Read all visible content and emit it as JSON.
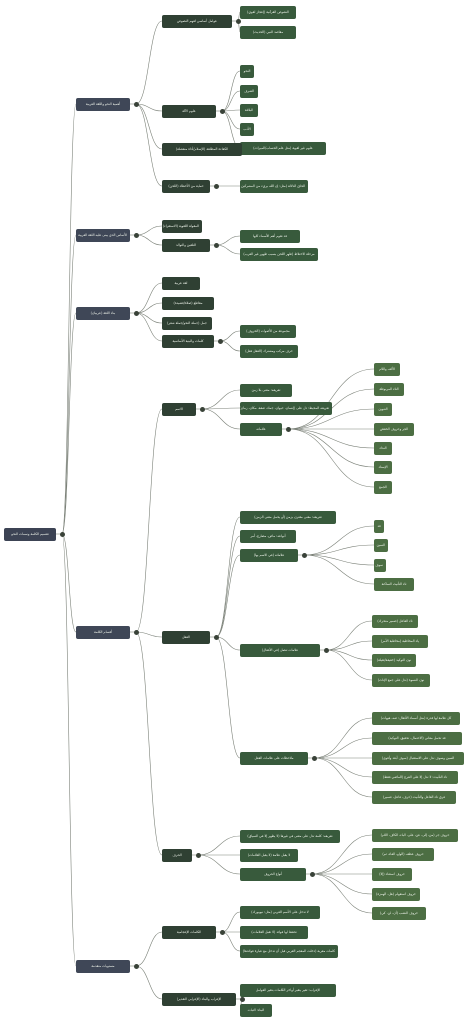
{
  "mindmap": {
    "root": {
      "label": "تقسيم الكلمة وسمات النحو",
      "children": [
        {
          "label": "أهمية النحو واللغة العربية",
          "children": [
            {
              "label": "عوامل أساسي لفهم النصوص",
              "children": [
                {
                  "label": "النصوص القرآنية (إعجاز لغوي)"
                },
                {
                  "label": "مقاصد النبي (الحديث)"
                }
              ]
            },
            {
              "label": "علوم الآلة",
              "children": [
                {
                  "label": "النحو"
                },
                {
                  "label": "الصرف"
                },
                {
                  "label": "البلاغة"
                },
                {
                  "label": "الأدب"
                },
                {
                  "label": "علوم غير لغوية (مثل علم الحساب/الميراث)"
                }
              ]
            },
            {
              "label": "الكفاءة المطلقة (الإسلام/أداة منفصلة)"
            },
            {
              "label": "حماية من الأخطاء (اللحن)",
              "children": [
                {
                  "label": "الحاق الدلالة (مثل: إن الله بريء من المشركين ورسوله)"
                }
              ]
            }
          ]
        },
        {
          "label": "الأساس الذي يبنى عليه اللغة العربية",
          "children": [
            {
              "label": "المقولة اللغوية (الاستقراء)"
            },
            {
              "label": "التلقين والتوالد",
              "children": [
                {
                  "label": "قد تقوم أهم الأسماء كلها"
                },
                {
                  "label": "مرحلة الاختلاط (ظهر اللحن بسبب ظهور غير العرب)"
                }
              ]
            }
          ]
        },
        {
          "label": "بناء اللغة (عربيان)",
          "children": [
            {
              "label": "لغة عربية"
            },
            {
              "label": "مقاطع (صلاة/قصيدة)"
            },
            {
              "label": "جمل (جملة النحو/جملة شعر)"
            },
            {
              "label": "كلمات والبنية الأساسية",
              "children": [
                {
                  "label": "مجموعة من الأصوات (الحروف)"
                },
                {
                  "label": "حرف مركب ومشترك (الفعل فعل)"
                }
              ]
            }
          ]
        },
        {
          "label": "أقسام الكلمة",
          "children": [
            {
              "label": "الاسم",
              "children": [
                {
                  "label": "تعريفه: معنى بلا زمن"
                },
                {
                  "label": "تعريفه المحيط: دل على (إنسان، حيوان، جماد، صفة، مكان، زمان)",
                  "children": []
                },
                {
                  "label": "علاماته",
                  "children": [
                    {
                      "label": "الألف واللام"
                    },
                    {
                      "label": "التاء المربوطة"
                    },
                    {
                      "label": "التنوين"
                    },
                    {
                      "label": "الجر وحروف الخفض"
                    },
                    {
                      "label": "النداء"
                    },
                    {
                      "label": "الإسناد"
                    },
                    {
                      "label": "الجمع"
                    }
                  ]
                }
              ]
            },
            {
              "label": "الفعل",
              "children": [
                {
                  "label": "تعريفه: معنى مقترن بزمن (أو يحمل معنى الزمن)"
                },
                {
                  "label": "أنواعه: ماض، مضارع، أمر"
                },
                {
                  "label": "علاماته (في الاسم بها)",
                  "children": [
                    {
                      "label": "قد"
                    },
                    {
                      "label": "السين"
                    },
                    {
                      "label": "سوف"
                    },
                    {
                      "label": "تاء التأنيث الساكنة"
                    }
                  ]
                },
                {
                  "label": "علامات تتصل (في الأفعال)",
                  "children": [
                    {
                      "label": "تاء الفاعل (ضمير متحرك)"
                    },
                    {
                      "label": "ياء المخاطبة (مخاطبة الأمر)"
                    },
                    {
                      "label": "نون التوكيد (خفيفة/ثقيلة)"
                    },
                    {
                      "label": "نون النسوة (تدل على جمع الإناث)"
                    }
                  ]
                },
                {
                  "label": "ملاحظات على علامات الفعل",
                  "children": [
                    {
                      "label": "كل علامة لها قدرة (مثل أسماء الأفعال: صه، هيهات)"
                    },
                    {
                      "label": "قد تحمل معاني (الاحتمال، تحقيق، التوكيد)"
                    },
                    {
                      "label": "السين وسوف تدل على الاستقبال (سوف أبعد وأقوى)"
                    },
                    {
                      "label": "تاء التأنيث: لا تدل إلا على الفرع (الماضي فقط)"
                    },
                    {
                      "label": "فرق تاء الفاعل والتأنيث (حرف، فاعل، ضمير)"
                    }
                  ]
                }
              ]
            },
            {
              "label": "الحرف",
              "children": [
                {
                  "label": "تعريفه: كلمة تدل على معنى في غيرها (لا يظهر إلا في السياق)"
                },
                {
                  "label": "لا يقبل علامة (لا يقبل العلامات)"
                },
                {
                  "label": "أنواع الحروف",
                  "children": [
                    {
                      "label": "حروف جر (من، إلى، عن، على، الباء، الكاف، اللام)"
                    },
                    {
                      "label": "حروف عطف (الواو، الفاء، ثم)"
                    },
                    {
                      "label": "حروف استثناء (إلا)"
                    },
                    {
                      "label": "حروف استفهام (هل، الهمزة)"
                    },
                    {
                      "label": "حروف النصب (أن، لن، كي)"
                    }
                  ]
                }
              ]
            }
          ]
        },
        {
          "label": "مستويات متقدمة",
          "children": [
            {
              "label": "الكلمات الإعجامية",
              "children": [
                {
                  "label": "لا تدخل على الأسم العربي (مثل: نيويورك)"
                },
                {
                  "label": "تحفظ لها فوائد (لا تقبل العلامات)"
                },
                {
                  "label": "كلمات معربة (دخلت المعجم العربي قبل أن تدخل مع عبارة فوائدها)"
                }
              ]
            },
            {
              "label": "الإعراب والبناء (الإعرابي التقدير)",
              "children": [
                {
                  "label": "الإعراب: تغير يتغير أواخر الكلمات بتغير العوامل"
                },
                {
                  "label": "البناء: الثبات"
                }
              ]
            }
          ]
        }
      ]
    }
  }
}
